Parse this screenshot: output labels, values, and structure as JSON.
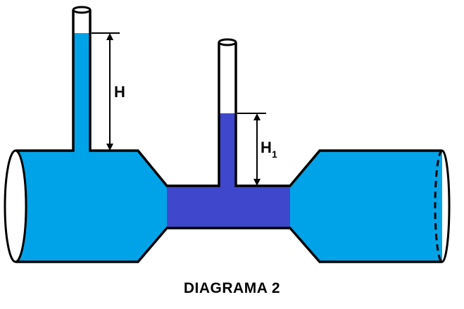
{
  "labels": {
    "head_left": "H",
    "head_right_main": "H",
    "head_right_sub": "1"
  },
  "caption": "DIAGRAMA 2",
  "colors": {
    "pipe_fluid": "#00a3e8",
    "throat_fluid": "#3f47cc",
    "outline": "#000000",
    "background": "#ffffff"
  }
}
